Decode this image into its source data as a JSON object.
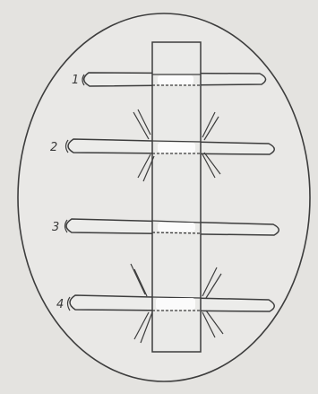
{
  "diagram": {
    "labels": [
      "1",
      "2",
      "3",
      "4"
    ],
    "paper_color": "#e4e3e0",
    "plate_fill": "#e9e8e6",
    "ink_color": "#3d3d3d",
    "growth_color": "#ffffff",
    "rays_present_on": [
      "2",
      "4"
    ]
  }
}
